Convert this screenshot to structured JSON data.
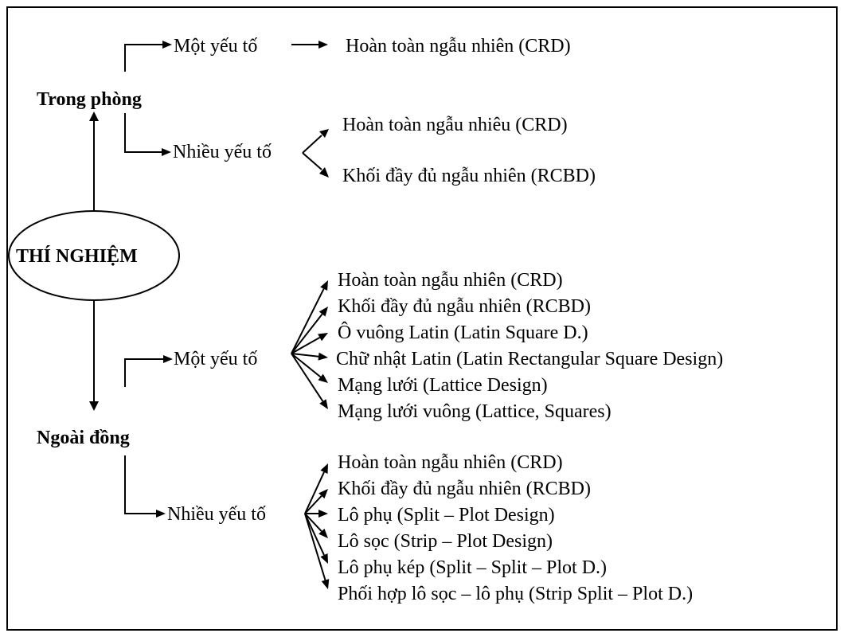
{
  "root": {
    "label": "THÍ NGHIỆM"
  },
  "trong_phong": {
    "label": "Trong phòng",
    "mot_yeu_to": {
      "label": "Một yếu tố",
      "design": "Hoàn toàn ngẫu nhiên (CRD)"
    },
    "nhieu_yeu_to": {
      "label": "Nhiều yếu tố",
      "designs": [
        "Hoàn toàn ngẫu nhiêu (CRD)",
        "Khối đầy đủ ngẫu nhiên (RCBD)"
      ]
    }
  },
  "ngoai_dong": {
    "label": "Ngoài đồng",
    "mot_yeu_to": {
      "label": "Một yếu tố",
      "designs": [
        "Hoàn toàn ngẫu nhiên (CRD)",
        "Khối đầy đủ ngẫu nhiên (RCBD)",
        "Ô vuông Latin (Latin Square D.)",
        "Chữ nhật Latin (Latin Rectangular Square Design)",
        "Mạng lưới (Lattice Design)",
        "Mạng lưới vuông (Lattice, Squares)"
      ]
    },
    "nhieu_yeu_to": {
      "label": "Nhiều yếu tố",
      "designs": [
        "Hoàn toàn ngẫu nhiên (CRD)",
        "Khối đầy đủ ngẫu nhiên (RCBD)",
        "Lô phụ (Split – Plot Design)",
        "Lô sọc (Strip – Plot Design)",
        "Lô phụ kép (Split – Split – Plot D.)",
        "Phối hợp lô sọc – lô phụ (Strip Split – Plot D.)"
      ]
    }
  }
}
